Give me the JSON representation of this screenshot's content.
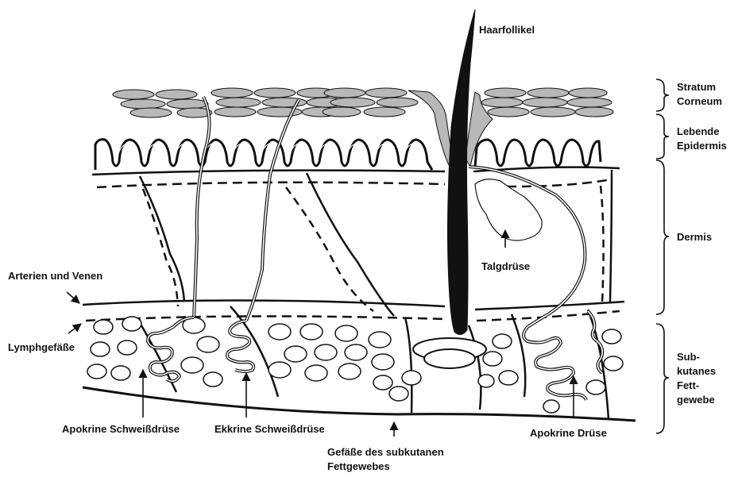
{
  "labels": {
    "hair_follicle": "Haarfollikel",
    "stratum_corneum": [
      "Stratum",
      "Corneum"
    ],
    "living_epidermis": [
      "Lebende",
      "Epidermis"
    ],
    "dermis": "Dermis",
    "subcutaneous_fat": [
      "Sub-",
      "kutanes",
      "Fett-",
      "gewebe"
    ],
    "arteries_veins": "Arterien und Venen",
    "lymph_vessels": "Lymphgefäße",
    "sebaceous_gland": "Talgdrüse",
    "apocrine_sweat_gland": "Apokrine Schweißdrüse",
    "eccrine_sweat_gland": "Ekkrine Schweißdrüse",
    "subcutaneous_vessels": [
      "Gefäße des subkutanen",
      "Fettgewebes"
    ],
    "apocrine_gland": "Apokrine Drüse"
  },
  "colors": {
    "line": "#111111",
    "corneum_fill": "#b8b8b8",
    "background": "#ffffff"
  }
}
